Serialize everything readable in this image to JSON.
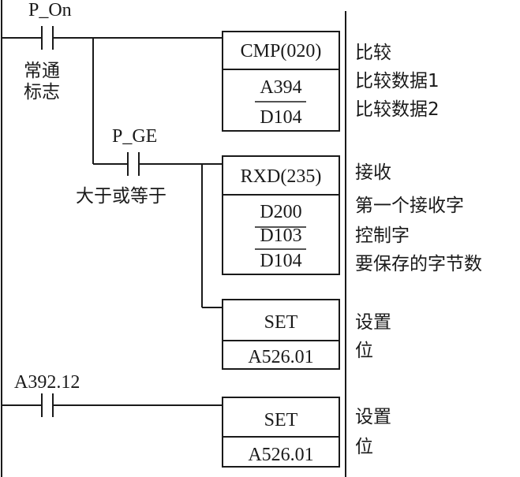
{
  "colors": {
    "ink": "#1a1a1a",
    "background": "#ffffff"
  },
  "contacts": {
    "p_on": {
      "name": "P_On",
      "comment": [
        "常通",
        "标志"
      ]
    },
    "p_ge": {
      "name": "P_GE",
      "comment": "大于或等于"
    },
    "a392": {
      "name": "A392.12"
    }
  },
  "cmp": {
    "title": "CMP(020)",
    "operands": [
      "A394",
      "D104"
    ],
    "comments": [
      "比较",
      "比较数据1",
      "比较数据2"
    ]
  },
  "rxd": {
    "title": "RXD(235)",
    "operands": [
      "D200",
      "D103",
      "D104"
    ],
    "comments": [
      "接收",
      "第一个接收字",
      "控制字",
      "要保存的字节数"
    ]
  },
  "set1": {
    "title": "SET",
    "operand": "A526.01",
    "comments": [
      "设置",
      "位"
    ]
  },
  "set2": {
    "title": "SET",
    "operand": "A526.01",
    "comments": [
      "设置",
      "位"
    ]
  }
}
